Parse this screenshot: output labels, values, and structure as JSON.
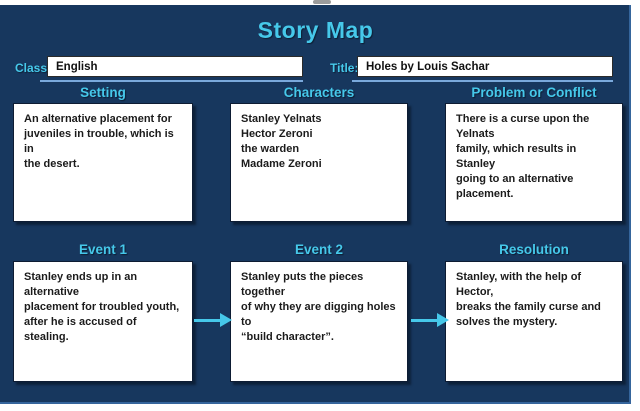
{
  "page": {
    "title": "Story Map"
  },
  "form": {
    "class_label": "Class:",
    "class_value": "English",
    "title_label": "Title:",
    "title_value": "Holes by Louis Sachar"
  },
  "boxes": [
    {
      "header": "Setting",
      "text": "An alternative placement for\njuveniles in trouble, which is in\nthe desert."
    },
    {
      "header": "Characters",
      "text": "Stanley Yelnats\nHector Zeroni\nthe warden\nMadame Zeroni"
    },
    {
      "header": "Problem or Conflict",
      "text": "There is a curse upon the Yelnats\nfamily, which results in Stanley\ngoing to an alternative\nplacement."
    },
    {
      "header": "Event 1",
      "text": "Stanley ends up in an alternative\nplacement for troubled youth,\nafter he is accused of stealing."
    },
    {
      "header": "Event 2",
      "text": "Stanley puts the pieces together\nof why they are digging holes to\n“build character”."
    },
    {
      "header": "Resolution",
      "text": "Stanley, with the help of Hector,\nbreaks the family curse and\nsolves the mystery."
    }
  ],
  "icons": {
    "arrow_1": "right-arrow",
    "arrow_2": "right-arrow"
  },
  "colors": {
    "slide_background": "#17375e",
    "accent_cyan": "#46c8ea",
    "box_background": "#ffffff",
    "underline_blue": "#7aa9dc",
    "body_text": "#1b1b1b",
    "page_margin": "#ffffff"
  }
}
